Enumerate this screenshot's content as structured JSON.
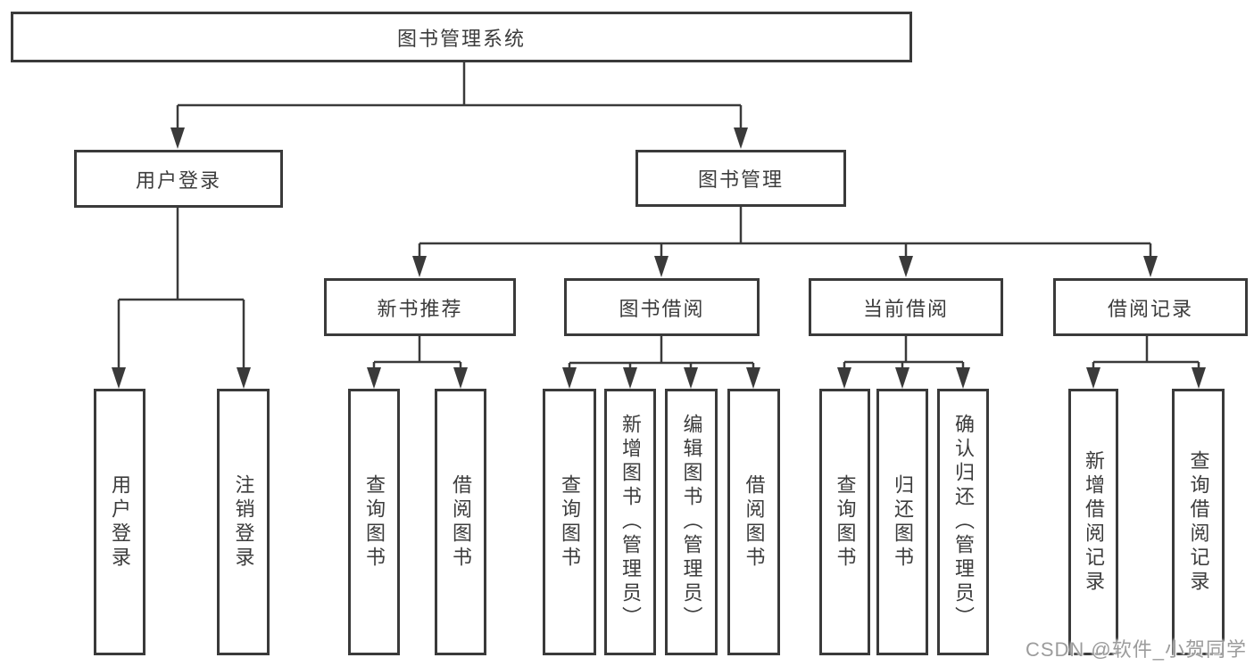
{
  "diagram": {
    "root": {
      "label": "图书管理系统"
    },
    "branches": [
      {
        "label": "用户登录",
        "children": [
          "用户登录",
          "注销登录"
        ]
      },
      {
        "label": "图书管理",
        "children": [
          {
            "label": "新书推荐",
            "children": [
              "查询图书",
              "借阅图书"
            ]
          },
          {
            "label": "图书借阅",
            "children": [
              "查询图书",
              "新增图书（管理员）",
              "编辑图书（管理员）",
              "借阅图书"
            ]
          },
          {
            "label": "当前借阅",
            "children": [
              "查询图书",
              "归还图书",
              "确认归还（管理员）"
            ]
          },
          {
            "label": "借阅记录",
            "children": [
              "新增借阅记录",
              "查询借阅记录"
            ]
          }
        ]
      }
    ]
  },
  "watermark": {
    "text": "CSDN @软件_小贺同学"
  },
  "colors": {
    "line": "#3a3a3a",
    "box_border": "#3a3a3a",
    "text": "#3c3c3c",
    "watermark": "#9c9c9c",
    "background": "#ffffff"
  }
}
